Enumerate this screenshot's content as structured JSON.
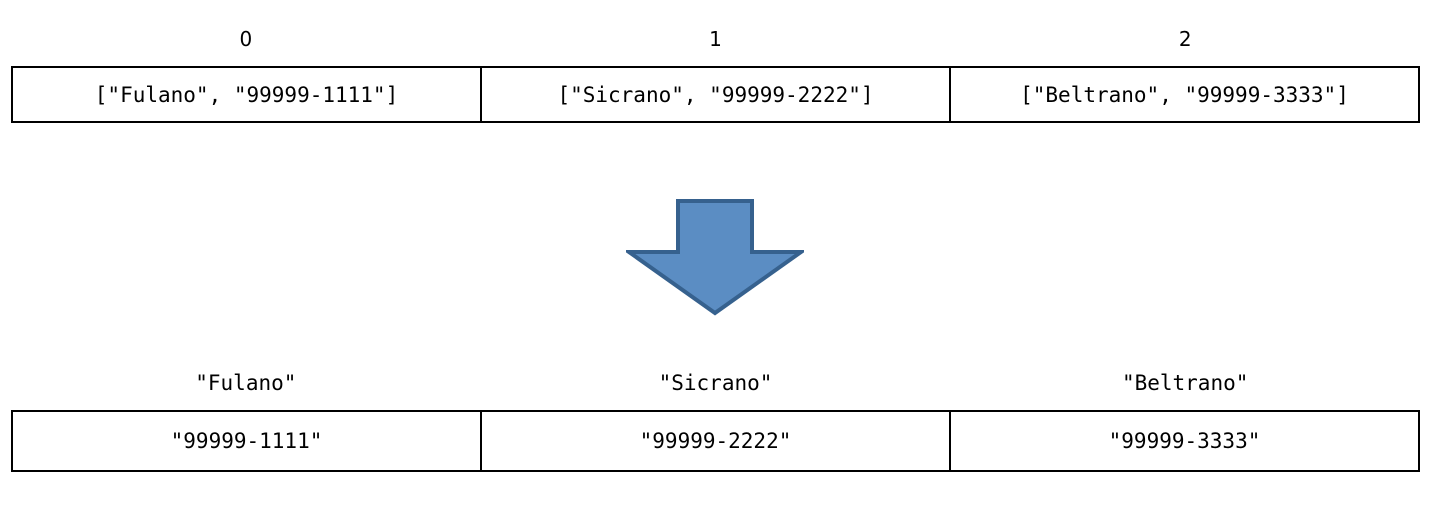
{
  "diagram": {
    "type": "list-destructuring-illustration",
    "arrow": {
      "icon": "down-arrow-icon",
      "direction": "down",
      "fill_color": "#5B8DC3",
      "stroke_color": "#36618E"
    },
    "top_table": {
      "headers": [
        "0",
        "1",
        "2"
      ],
      "cells": [
        "[\"Fulano\", \"99999-1111\"]",
        "[\"Sicrano\", \"99999-2222\"]",
        "[\"Beltrano\", \"99999-3333\"]"
      ]
    },
    "bottom_table": {
      "headers": [
        "\"Fulano\"",
        "\"Sicrano\"",
        "\"Beltrano\""
      ],
      "cells": [
        "\"99999-1111\"",
        "\"99999-2222\"",
        "\"99999-3333\""
      ]
    }
  }
}
